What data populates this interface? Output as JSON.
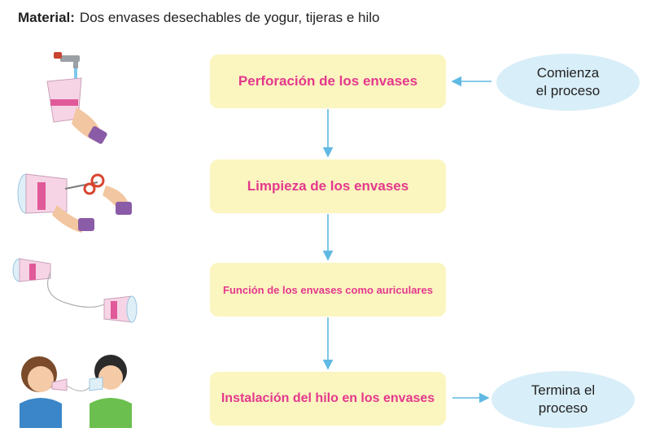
{
  "material": {
    "label": "Material:",
    "text": "Dos envases desechables de yogur, tijeras e hilo"
  },
  "steps": [
    {
      "label": "Perforación de los envases"
    },
    {
      "label": "Limpieza de los envases"
    },
    {
      "label": "Función de los envases como auriculares"
    },
    {
      "label": "Instalación del hilo en los envases"
    }
  ],
  "start": {
    "line1": "Comienza",
    "line2": "el proceso"
  },
  "end": {
    "line1": "Termina el",
    "line2": "proceso"
  },
  "colors": {
    "step_fill": "#fbf5bf",
    "step_text": "#e4388d",
    "ellipse_fill": "#d8eef8",
    "arrow": "#5fb9e3"
  },
  "illustrations": [
    "faucet-cup-illustration",
    "scissors-cup-illustration",
    "string-cups-illustration",
    "kids-phone-illustration"
  ]
}
